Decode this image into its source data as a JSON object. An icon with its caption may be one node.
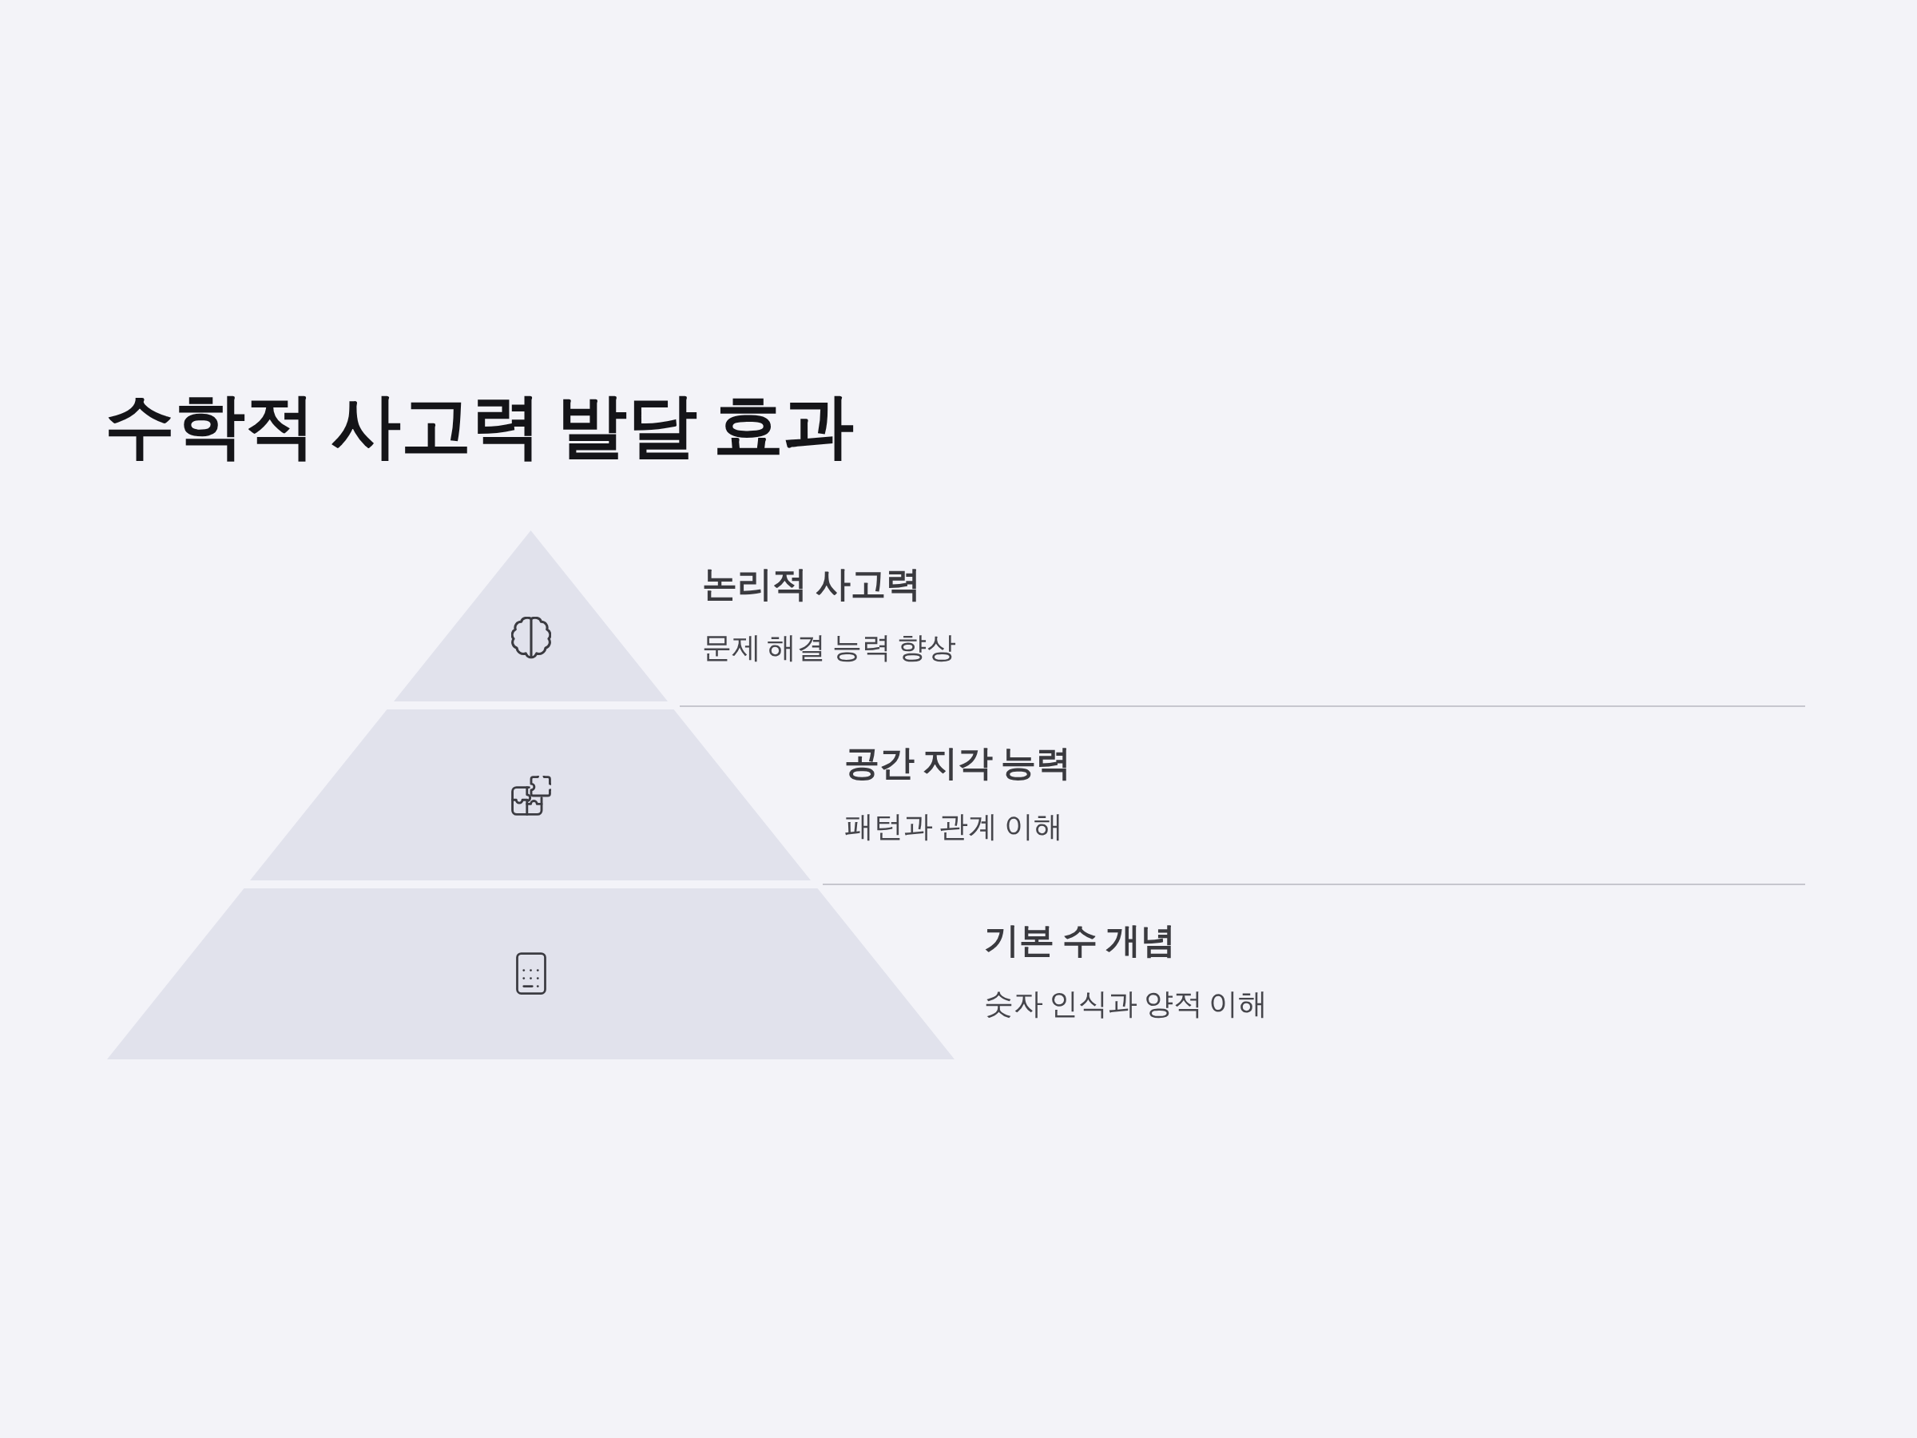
{
  "diagram": {
    "title": "수학적 사고력 발달 효과",
    "nodes": [
      {
        "text": [],
        "shape": "triangle",
        "beside": [
          "논리적 사고력",
          "문제 해결 능력 향상"
        ]
      },
      {
        "text": [],
        "shape": "trapezoid",
        "beside": [
          "공간 지각 능력",
          "패턴과 관계 이해"
        ]
      },
      {
        "text": [],
        "shape": "trapezoid",
        "beside": [
          "기본 수 개념",
          "숫자 인식과 양적 이해"
        ]
      }
    ]
  }
}
